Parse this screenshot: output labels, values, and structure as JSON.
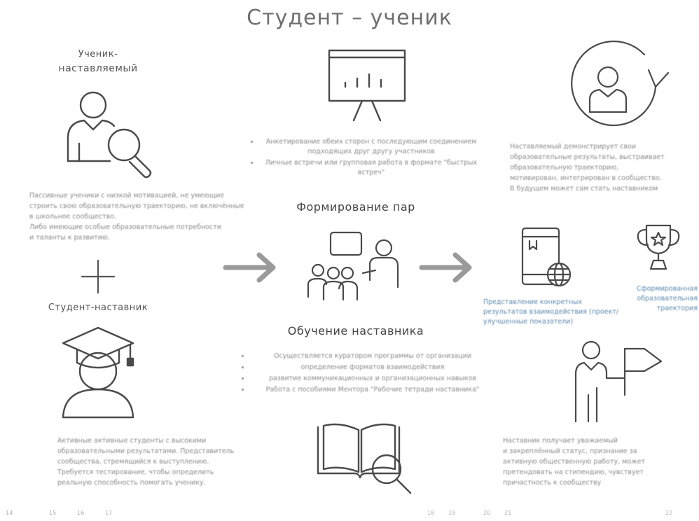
{
  "title": "Студент – ученик",
  "mentee": {
    "heading_line1": "Ученик-",
    "heading_line2": "наставляемый",
    "text": [
      "Пассивные ученики с низкой мотивацией, не умеющие",
      "строить свою образовательную траекторию, не включённые",
      "в школьное сообщество.",
      "Либо имеющие особые образовательные потребности",
      "и таланты к развитию."
    ]
  },
  "mentor": {
    "heading": "Студент-наставник",
    "text": [
      "Активные активные студенты с высокими",
      "образовательными результатами. Представитель",
      "сообщества, стремящийся к выступлению.",
      "Требуется тестирование, чтобы определить",
      "реальную способность помогать ученику."
    ]
  },
  "pairing": {
    "bullets": [
      "Анкетирование обеих сторон с последующим соединением подходящих друг другу участников",
      "Личные встречи или групповая работа в формате \"быстрых встреч\""
    ],
    "heading": "Формирование пар"
  },
  "training": {
    "heading": "Обучение наставника",
    "bullets": [
      "Осуществляется куратором программы от организации",
      "определение форматов взаимодействия",
      "развитие коммуникационных и организационных навыков",
      "Работа с пособиями Ментора \"Рабочие тетради наставника\""
    ]
  },
  "results": {
    "top_text": [
      "Наставляемый демонстрирует свои",
      "образовательные результаты, выстраивает",
      "образовательную траекторию,",
      "мотивирован, интегрирован в сообщество.",
      "В будущем может сам стать наставником"
    ],
    "results_caption": "Представление конкретных результатов взаимодействия (проект/улучшенные показатели)",
    "trajectory_caption": "Сформированная образовательная траектория",
    "bottom_text": [
      "Наставник получает уважаемый",
      "и закреплённый статус, признание за",
      "активную общественную работу, может",
      "претендовать на стипендию, чувствует",
      "причастность к сообществу"
    ]
  },
  "footer": [
    "14",
    "15",
    "16",
    "17",
    "18",
    "19",
    "20",
    "21",
    "22"
  ],
  "colors": {
    "icon": "#4a4a4a",
    "arrow": "#9a9a9a",
    "blue_caption": "#5b88ad"
  }
}
